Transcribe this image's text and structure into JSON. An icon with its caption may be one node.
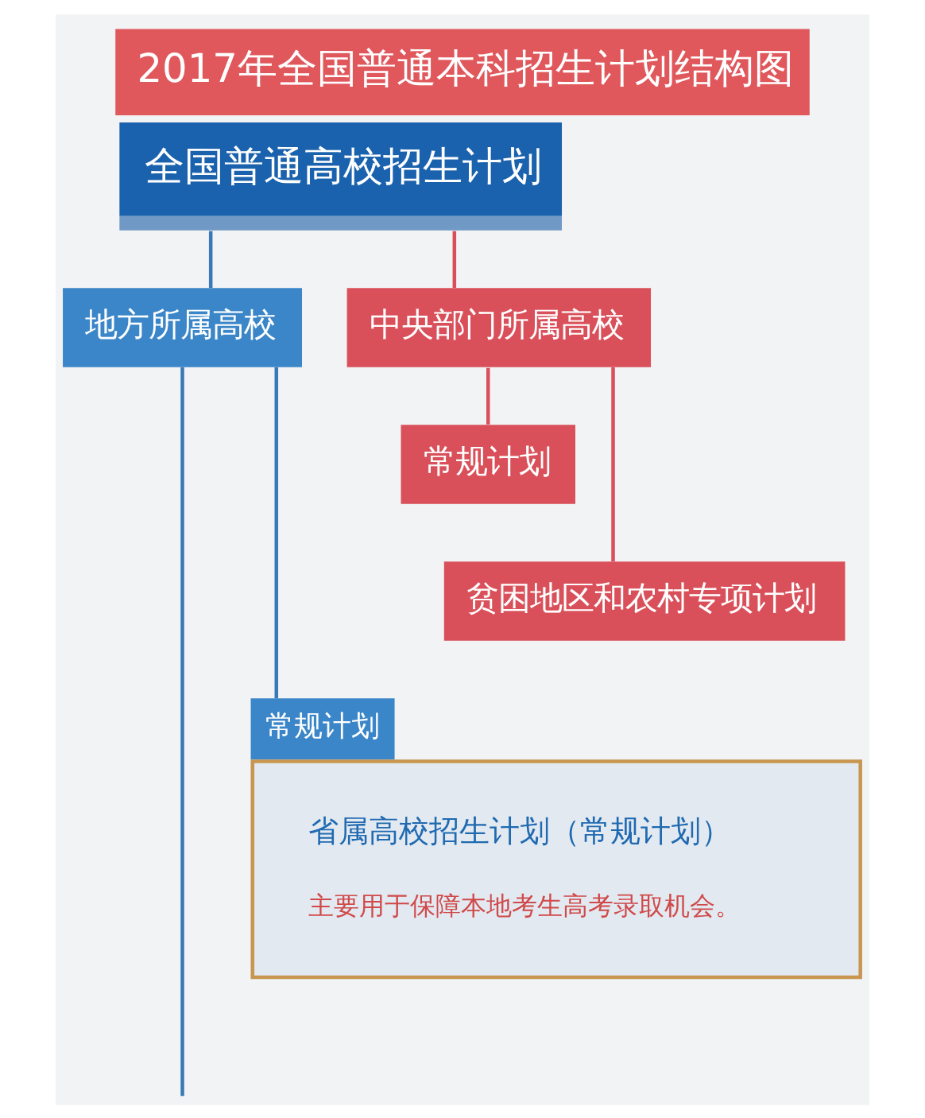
{
  "diagram": {
    "title": "2017年全国普通本科招生计划结构图",
    "nodes": [
      {
        "text": [
          "全国普通高校招生计划"
        ]
      },
      {
        "text": [
          "地方所属高校"
        ]
      },
      {
        "text": [
          "中央部门所属高校"
        ]
      },
      {
        "text": [
          "常规计划"
        ]
      },
      {
        "text": [
          "贫困地区和农村专项计划"
        ]
      },
      {
        "text": [
          "常规计划",
          "省属高校招生计划（常规计划）",
          "主要用于保障本地考生高考录取机会。"
        ]
      }
    ],
    "edges": [
      {
        "from": 0,
        "to": 1,
        "arrow": "none",
        "color": "#3a78b8"
      },
      {
        "from": 0,
        "to": 2,
        "arrow": "none",
        "color": "#d9505a"
      },
      {
        "from": 2,
        "to": 3,
        "arrow": "none",
        "color": "#d9505a"
      },
      {
        "from": 2,
        "to": 4,
        "arrow": "none",
        "color": "#d9505a"
      },
      {
        "from": 1,
        "to": 5,
        "arrow": "none",
        "color": "#3a78b8"
      },
      {
        "from": 1,
        "to": null,
        "arrow": "none",
        "color": "#3a78b8"
      }
    ]
  }
}
